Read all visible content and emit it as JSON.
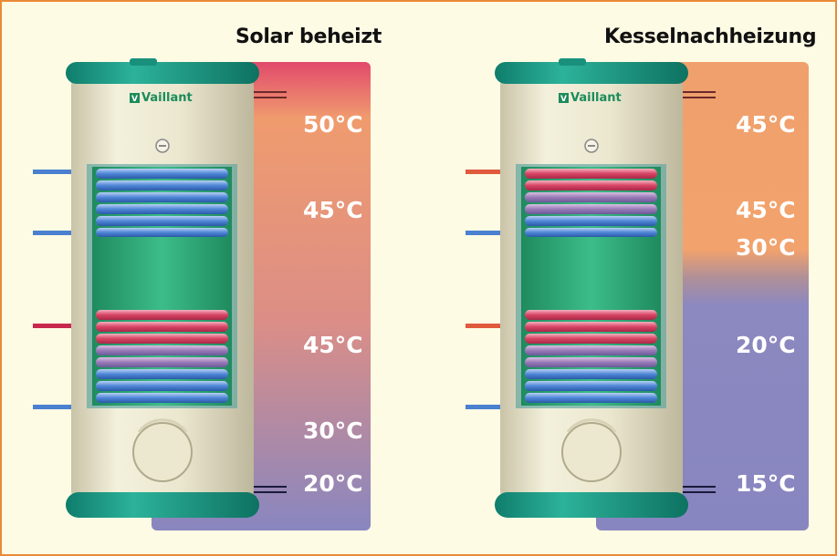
{
  "left_panel": {
    "title": "Solar beheizt",
    "brand": "Vaillant",
    "temperatures": [
      "50°C",
      "45°C",
      "45°C",
      "30°C",
      "20°C"
    ]
  },
  "right_panel": {
    "title": "Kesselnachheizung",
    "brand": "Vaillant",
    "temperatures": [
      "45°C",
      "45°C",
      "30°C",
      "20°C",
      "15°C"
    ]
  },
  "colors": {
    "border": "#ea8a36",
    "background": "#fefbe4",
    "hot": "#e0506a",
    "warm": "#f0a06a",
    "cool": "#8c88c0",
    "tank_body": "#ece8cf",
    "tank_cap": "#1a9a86",
    "coil_blue": "#4a80d0",
    "coil_red": "#d84060",
    "inner_green": "#30a878"
  }
}
